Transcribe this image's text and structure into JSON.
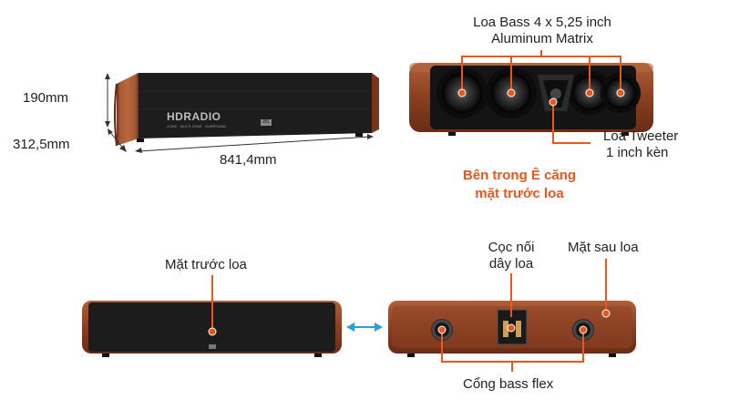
{
  "dimensions": {
    "height": "190mm",
    "depth": "312,5mm",
    "width": "841,4mm"
  },
  "speaker_badge": {
    "brand_line": "HDRADIO",
    "sub_line": "ZONE · MULTI ZONE · SURROUND",
    "logo": "JBL"
  },
  "callouts": {
    "bass_line1": "Loa Bass 4 x 5,25 inch",
    "bass_line2": "Aluminum Matrix",
    "tweeter_line1": "Loa Tweeter",
    "tweeter_line2": "1 inch kèn",
    "inside_line1": "Bên trong Ê căng",
    "inside_line2": "mặt trước loa",
    "front_face": "Mặt trước loa",
    "terminals_line1": "Cọc nối",
    "terminals_line2": "dây loa",
    "rear_face": "Mặt sau loa",
    "bass_port": "Cổng bass flex"
  },
  "colors": {
    "accent": "#e8571e",
    "arrow_blue": "#2a9fd8",
    "wood": "#8a3f22",
    "grille": "#1c1c1c"
  }
}
